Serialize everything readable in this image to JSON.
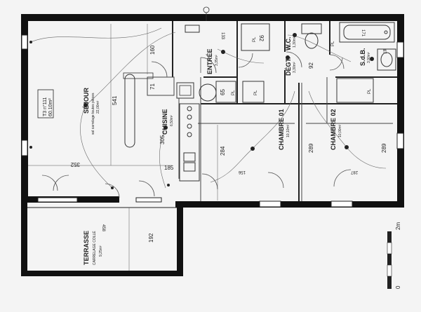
{
  "apartment": {
    "type": "T3 n°111",
    "area": "60.10m²"
  },
  "rooms": {
    "sejour": {
      "name": "SÉJOUR",
      "note": "sol carrelage toutes pièces",
      "area": "22,00m²"
    },
    "cuisine": {
      "name": "CUISINE",
      "area": "6,50m²"
    },
    "entree": {
      "name": "ENTRÉE",
      "area": "3,35m²"
    },
    "degt": {
      "name": "DÉGT.",
      "area": "3,30m²"
    },
    "wc": {
      "name": "W.C.",
      "area": "1,30m²"
    },
    "sdb": {
      "name": "S.d.B.",
      "area": "3,90m²"
    },
    "chambre1": {
      "name": "CHAMBRE 01",
      "area": "10,10m²"
    },
    "chambre2": {
      "name": "CHAMBRE 02",
      "area": "10,00m²"
    },
    "terrasse": {
      "name": "TERRASSE",
      "note": "CARRELAGE COLLÉ",
      "area": "9,25m²"
    }
  },
  "dimensions": {
    "d160": "160",
    "d541": "541",
    "d352": "352",
    "d71": "71",
    "d305": "305",
    "d185": "185",
    "d284": "284",
    "d65": "65",
    "d289a": "289",
    "d289b": "289",
    "d92": "92",
    "d92b": "92",
    "d133": "133",
    "d171": "171",
    "d87": "87",
    "d192": "192",
    "d458": "458",
    "d156": "156",
    "d287": "287"
  },
  "fixtures": {
    "pl1": "PL",
    "pl2": "PL",
    "pl3": "PL",
    "pl4": "PL",
    "pl5": "PL"
  },
  "scale": {
    "label": "2m",
    "zero": "0"
  }
}
